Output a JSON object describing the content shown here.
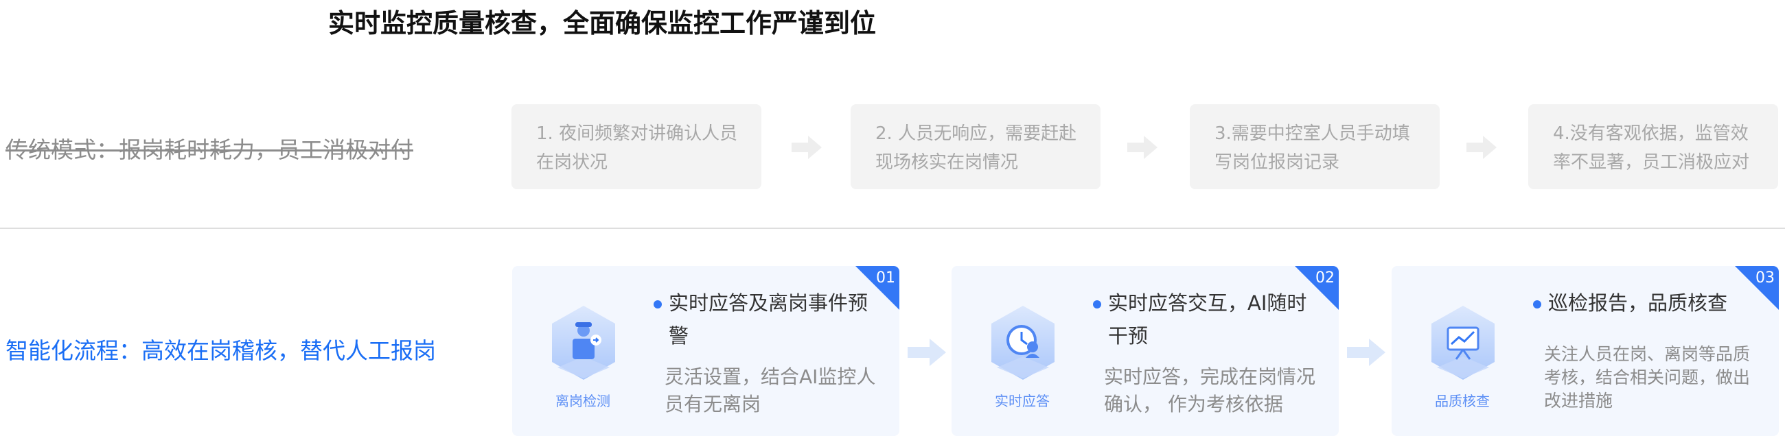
{
  "title": "实时监控质量核查，全面确保监控工作严谨到位",
  "traditional": {
    "label": "传统模式：报岗耗时耗力，员工消极对付",
    "steps": [
      {
        "text": "1. 夜间频繁对讲确认人员在岗状况"
      },
      {
        "text": "2. 人员无响应，需要赶赴现场核实在岗情况"
      },
      {
        "text": "3.需要中控室人员手动填写岗位报岗记录"
      },
      {
        "text": "4.没有客观依据，监管效率不显著，员工消极应对"
      }
    ]
  },
  "smart": {
    "label": "智能化流程：高效在岗稽核，替代人工报岗",
    "cards": [
      {
        "number": "01",
        "icon": "guard-post-icon",
        "caption": "离岗检测",
        "heading": "实时应答及离岗事件预警",
        "desc": "灵活设置，结合AI监控人员有无离岗"
      },
      {
        "number": "02",
        "icon": "clock-user-icon",
        "caption": "实时应答",
        "heading": "实时应答交互，AI随时干预",
        "desc": "实时应答，完成在岗情况确认， 作为考核依据"
      },
      {
        "number": "03",
        "icon": "chart-board-icon",
        "caption": "品质核查",
        "heading": "巡检报告，品质核查",
        "desc": "关注人员在岗、离岗等品质考核，结合相关问题，做出改进措施"
      }
    ]
  },
  "colors": {
    "accent": "#3377f6",
    "label_blue": "#1a6ef5",
    "card_bg": "#f3f7fe",
    "old_card_bg": "#f3f3f3"
  }
}
